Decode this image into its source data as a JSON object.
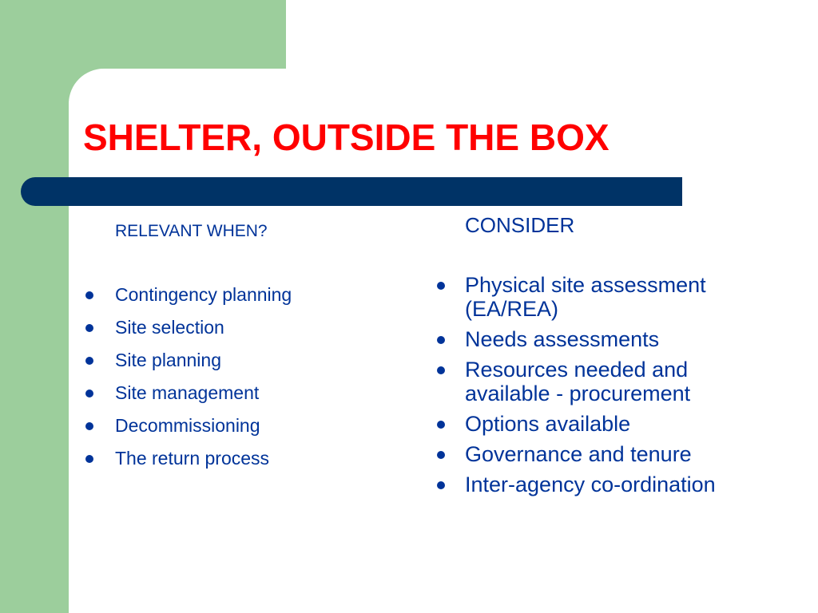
{
  "slide": {
    "title": "SHELTER, OUTSIDE THE BOX",
    "colors": {
      "background": "#ffffff",
      "green_band": "#9cce9c",
      "navy_bar": "#003366",
      "title": "#ff0000",
      "body_text": "#003399"
    }
  },
  "left_column": {
    "heading": "RELEVANT WHEN?",
    "items": [
      "Contingency planning",
      "Site selection",
      "Site planning",
      "Site management",
      "Decommissioning",
      "The return process"
    ]
  },
  "right_column": {
    "heading": "CONSIDER",
    "items": [
      "Physical site assessment (EA/REA)",
      "Needs assessments",
      "Resources needed and available - procurement",
      "Options available",
      "Governance and tenure",
      "Inter-agency co-ordination"
    ]
  }
}
